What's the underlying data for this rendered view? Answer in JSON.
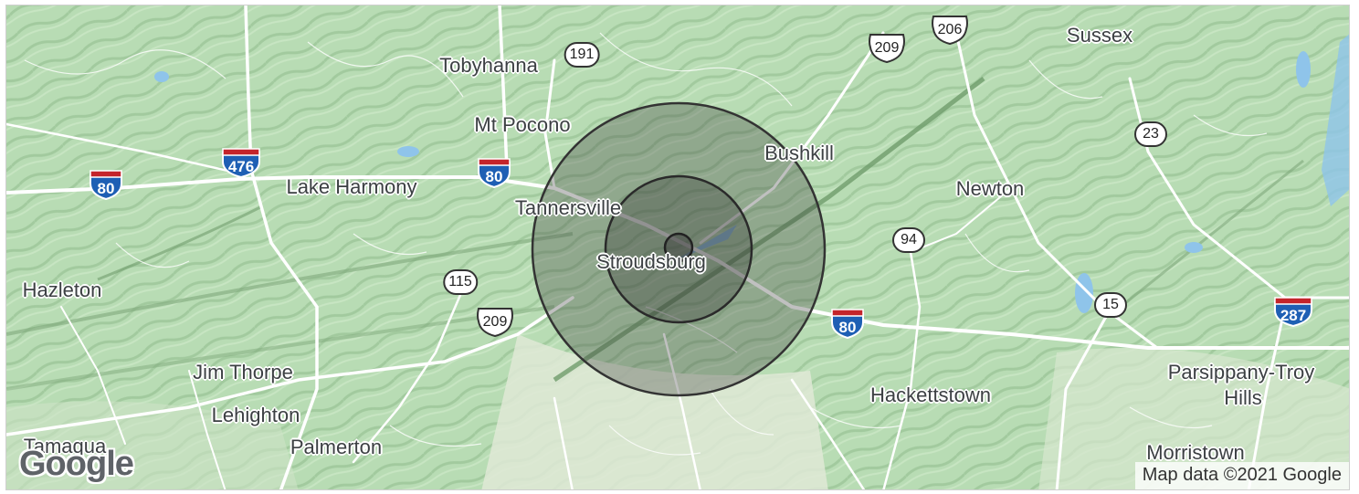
{
  "map": {
    "places": [
      {
        "id": "tobyhanna",
        "label": "Tobyhanna"
      },
      {
        "id": "mt-pocono",
        "label": "Mt Pocono"
      },
      {
        "id": "lake-harmony",
        "label": "Lake Harmony"
      },
      {
        "id": "tannersville",
        "label": "Tannersville"
      },
      {
        "id": "stroudsburg",
        "label": "Stroudsburg"
      },
      {
        "id": "bushkill",
        "label": "Bushkill"
      },
      {
        "id": "sussex",
        "label": "Sussex"
      },
      {
        "id": "newton",
        "label": "Newton"
      },
      {
        "id": "hazleton",
        "label": "Hazleton"
      },
      {
        "id": "jim-thorpe",
        "label": "Jim Thorpe"
      },
      {
        "id": "lehighton",
        "label": "Lehighton"
      },
      {
        "id": "palmerton",
        "label": "Palmerton"
      },
      {
        "id": "tamaqua",
        "label": "Tamaqua"
      },
      {
        "id": "hackettstown",
        "label": "Hackettstown"
      },
      {
        "id": "parsippany-1",
        "label": "Parsippany-Troy"
      },
      {
        "id": "parsippany-2",
        "label": "Hills"
      },
      {
        "id": "morristown",
        "label": "Morristown"
      }
    ],
    "interstates": [
      "80",
      "476",
      "80",
      "80",
      "287"
    ],
    "us_routes": [
      "209",
      "206",
      "209"
    ],
    "state_routes": [
      "191",
      "23",
      "94",
      "115",
      "15"
    ],
    "radius_rings": {
      "outer_color": "#3a3a3a",
      "count": 3
    },
    "google_logo": "Google",
    "attribution": "Map data ©2021 Google"
  }
}
